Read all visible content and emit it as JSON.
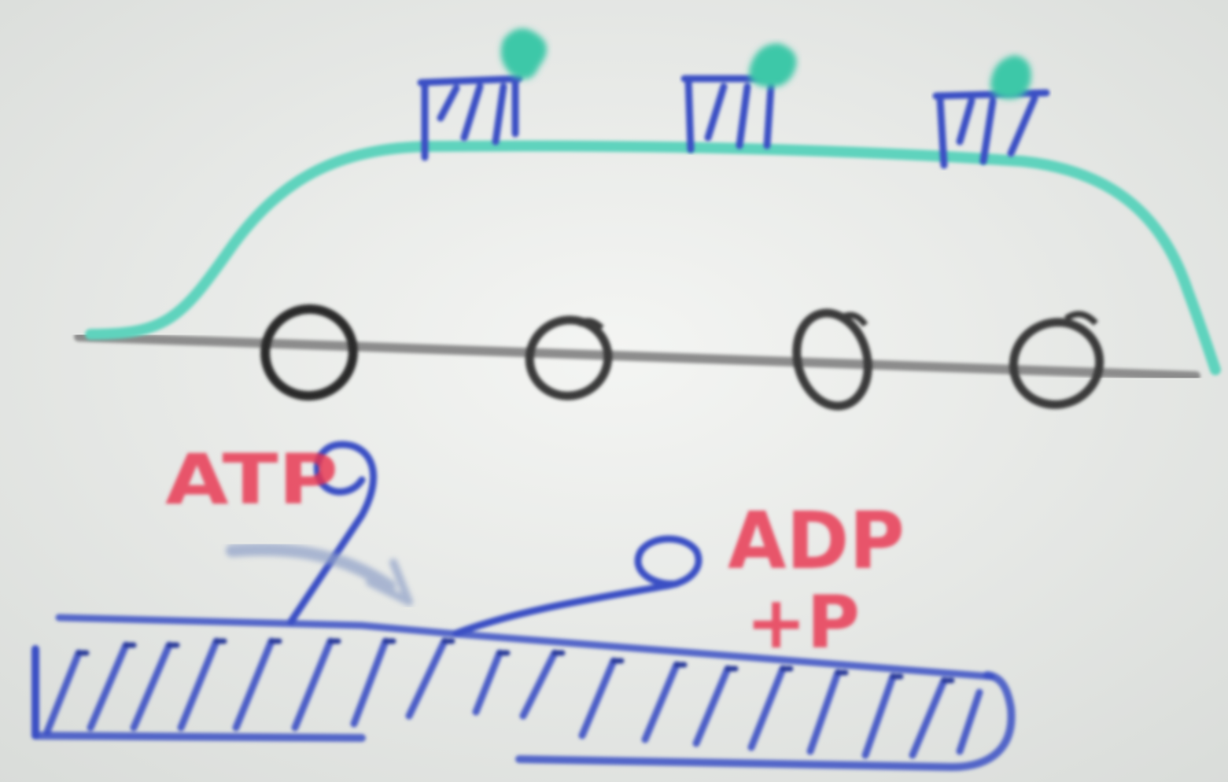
{
  "board": {
    "background": "#eceeec",
    "colors": {
      "track": "#8c8c8c",
      "ring": "#2a2a2a",
      "mrna": "#5fd3bd",
      "blue_marker": "#3a4fc4",
      "protein_blob": "#3cc8a8",
      "red_marker": "#e8334f"
    }
  },
  "labels": {
    "atp": "ATP",
    "adp": "ADP",
    "plus_p": "+P"
  },
  "icons": {
    "ring": "circle-icon",
    "reaction_arrow": "curved-arrow-icon"
  }
}
